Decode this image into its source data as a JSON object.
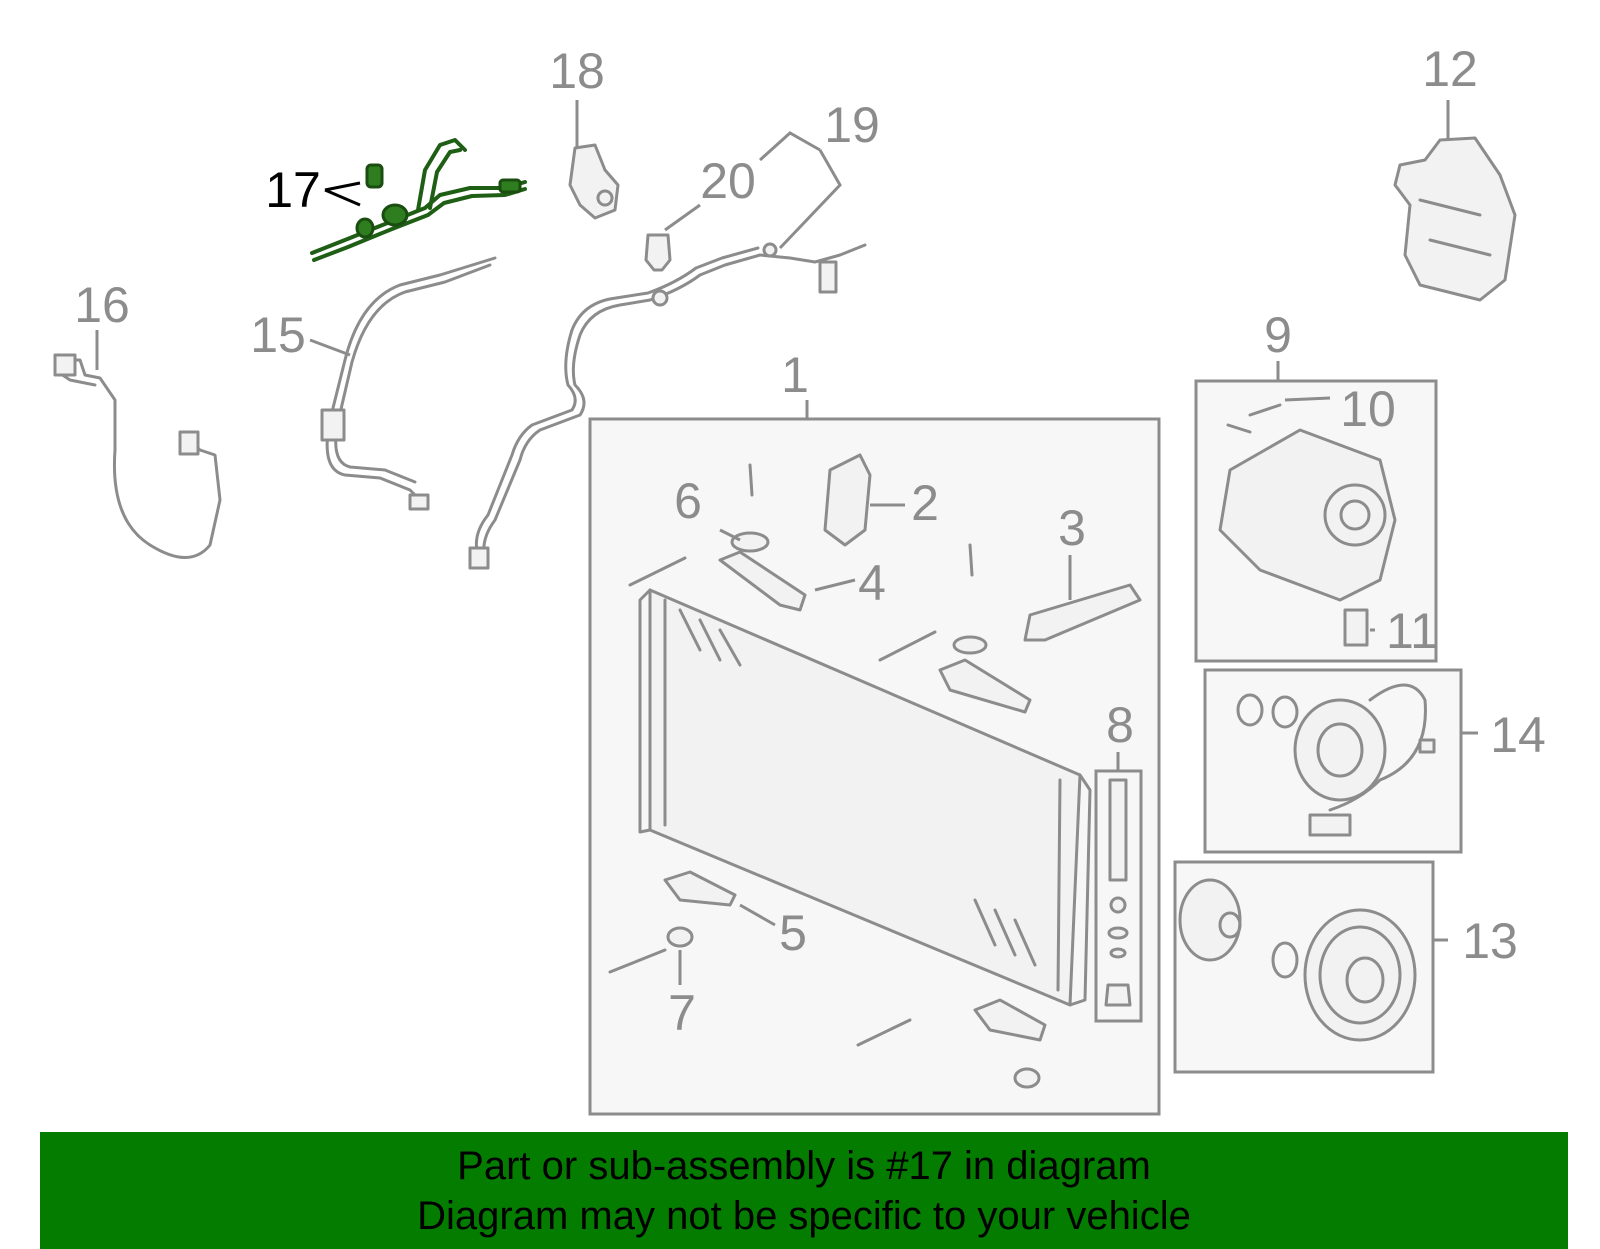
{
  "diagram": {
    "highlighted_part": "17",
    "colors": {
      "highlight": "#2e7d1f",
      "banner": "#037c00",
      "line": "#8c8c8c"
    },
    "callouts": {
      "c1": "1",
      "c2": "2",
      "c3": "3",
      "c4": "4",
      "c5": "5",
      "c6": "6",
      "c7": "7",
      "c8": "8",
      "c9": "9",
      "c10": "10",
      "c11": "11",
      "c12": "12",
      "c13": "13",
      "c14": "14",
      "c15": "15",
      "c16": "16",
      "c17": "17",
      "c18": "18",
      "c19": "19",
      "c20": "20"
    }
  },
  "banner": {
    "line1": "Part or sub-assembly is #17 in diagram",
    "line2": "Diagram may not be specific to your vehicle"
  }
}
